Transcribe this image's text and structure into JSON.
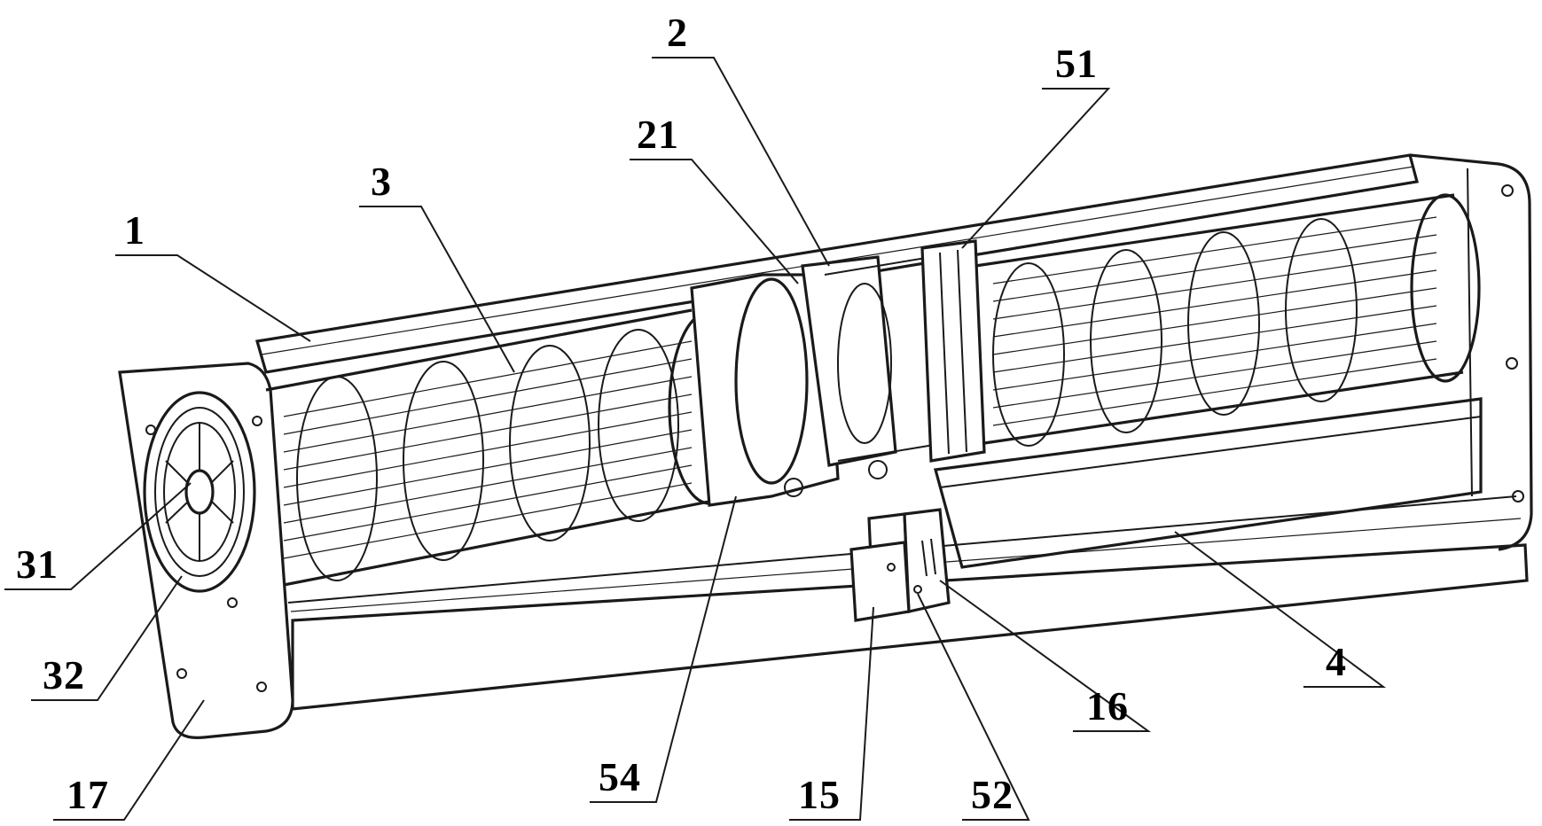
{
  "figure": {
    "labels": [
      {
        "id": "1",
        "text": "1"
      },
      {
        "id": "2",
        "text": "2"
      },
      {
        "id": "3",
        "text": "3"
      },
      {
        "id": "4",
        "text": "4"
      },
      {
        "id": "15",
        "text": "15"
      },
      {
        "id": "16",
        "text": "16"
      },
      {
        "id": "17",
        "text": "17"
      },
      {
        "id": "21",
        "text": "21"
      },
      {
        "id": "31",
        "text": "31"
      },
      {
        "id": "32",
        "text": "32"
      },
      {
        "id": "51",
        "text": "51"
      },
      {
        "id": "52",
        "text": "52"
      },
      {
        "id": "54",
        "text": "54"
      }
    ]
  },
  "colors": {
    "line": "#1a1a1a",
    "background": "#ffffff"
  }
}
